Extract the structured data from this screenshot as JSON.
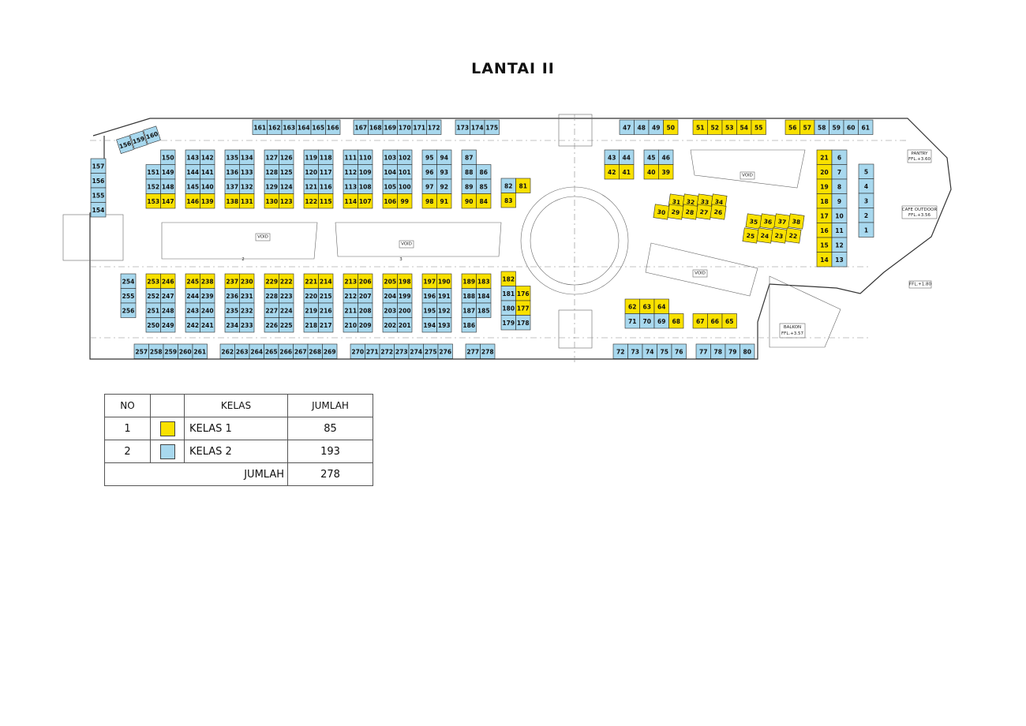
{
  "title": "LANTAI II",
  "colors": {
    "kelas1": "#f9e100",
    "kelas2": "#a8d8ee"
  },
  "plan_labels": {
    "void": "VOID",
    "pantry": "PANTRY",
    "pantry_ffl": "FFL.+3.60",
    "cafe": "CAFE OUTDOOR",
    "cafe_ffl": "FFL.+3.56",
    "balkon": "BALKON",
    "balkon_ffl": "FFL.+3.57",
    "ffl_small": "FFL.+1.80",
    "stair_2": "2",
    "stair_3": "3"
  },
  "legend": {
    "headers": {
      "no": "NO",
      "kelas": "KELAS",
      "jumlah": "JUMLAH"
    },
    "rows": [
      {
        "no": "1",
        "kelas": "KELAS 1",
        "jumlah": "85"
      },
      {
        "no": "2",
        "kelas": "KELAS 2",
        "jumlah": "193"
      }
    ],
    "total_label": "JUMLAH",
    "total_value": "278"
  }
}
